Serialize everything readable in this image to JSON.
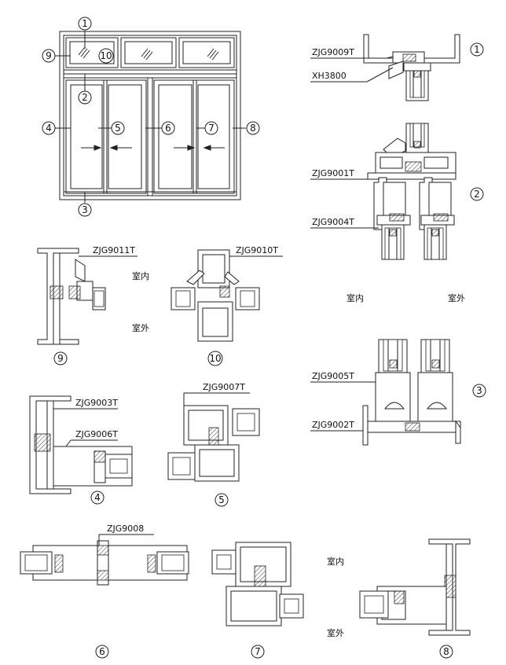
{
  "elevation": {
    "callouts": [
      "1",
      "2",
      "3",
      "4",
      "5",
      "6",
      "7",
      "8",
      "9",
      "10"
    ]
  },
  "sections": {
    "s1": {
      "number": "1",
      "labels": [
        "ZJG9009T",
        "XH3800"
      ]
    },
    "s2": {
      "number": "2",
      "labels": [
        "ZJG9001T",
        "ZJG9004T"
      ],
      "indoor": "室内",
      "outdoor": "室外"
    },
    "s3": {
      "number": "3",
      "labels": [
        "ZJG9005T",
        "ZJG9002T"
      ]
    },
    "s9": {
      "number": "9",
      "labels": [
        "ZJG9011T"
      ],
      "indoor": "室内",
      "outdoor": "室外"
    },
    "s10": {
      "number": "10",
      "labels": [
        "ZJG9010T"
      ]
    },
    "s4": {
      "number": "4",
      "labels": [
        "ZJG9003T",
        "ZJG9006T"
      ]
    },
    "s5": {
      "number": "5",
      "labels": [
        "ZJG9007T"
      ]
    },
    "s6": {
      "number": "6",
      "labels": [
        "ZJG9008"
      ]
    },
    "s7": {
      "number": "7",
      "indoor": "室内",
      "outdoor": "室外"
    },
    "s8": {
      "number": "8"
    }
  }
}
